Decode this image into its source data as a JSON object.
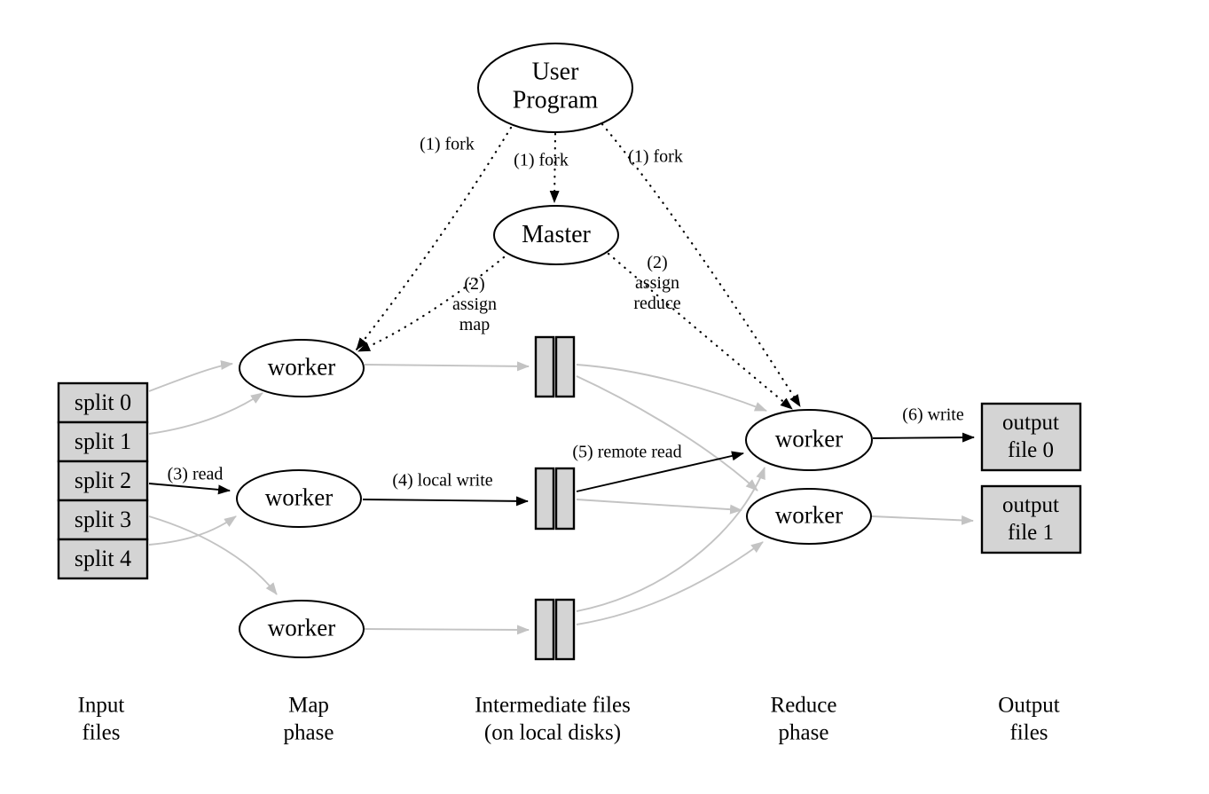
{
  "diagram": {
    "user_program": "User\nProgram",
    "master": "Master",
    "map_workers": [
      "worker",
      "worker",
      "worker"
    ],
    "reduce_workers": [
      "worker",
      "worker"
    ],
    "splits": [
      "split 0",
      "split 1",
      "split 2",
      "split 3",
      "split 4"
    ],
    "outputs": [
      "output\nfile 0",
      "output\nfile 1"
    ],
    "edge_labels": {
      "fork_left": "(1) fork",
      "fork_mid": "(1) fork",
      "fork_right": "(1) fork",
      "assign_map": "(2)\nassign\nmap",
      "assign_reduce": "(2)\nassign\nreduce",
      "read": "(3) read",
      "local_write": "(4) local write",
      "remote_read": "(5) remote read",
      "write": "(6) write"
    },
    "phase_labels": [
      "Input\nfiles",
      "Map\nphase",
      "Intermediate files\n(on local disks)",
      "Reduce\nphase",
      "Output\nfiles"
    ],
    "colors": {
      "box_fill": "#d4d4d4",
      "gray_arrow": "#c3c3c3",
      "line_black": "#000000",
      "background": "#ffffff"
    }
  }
}
